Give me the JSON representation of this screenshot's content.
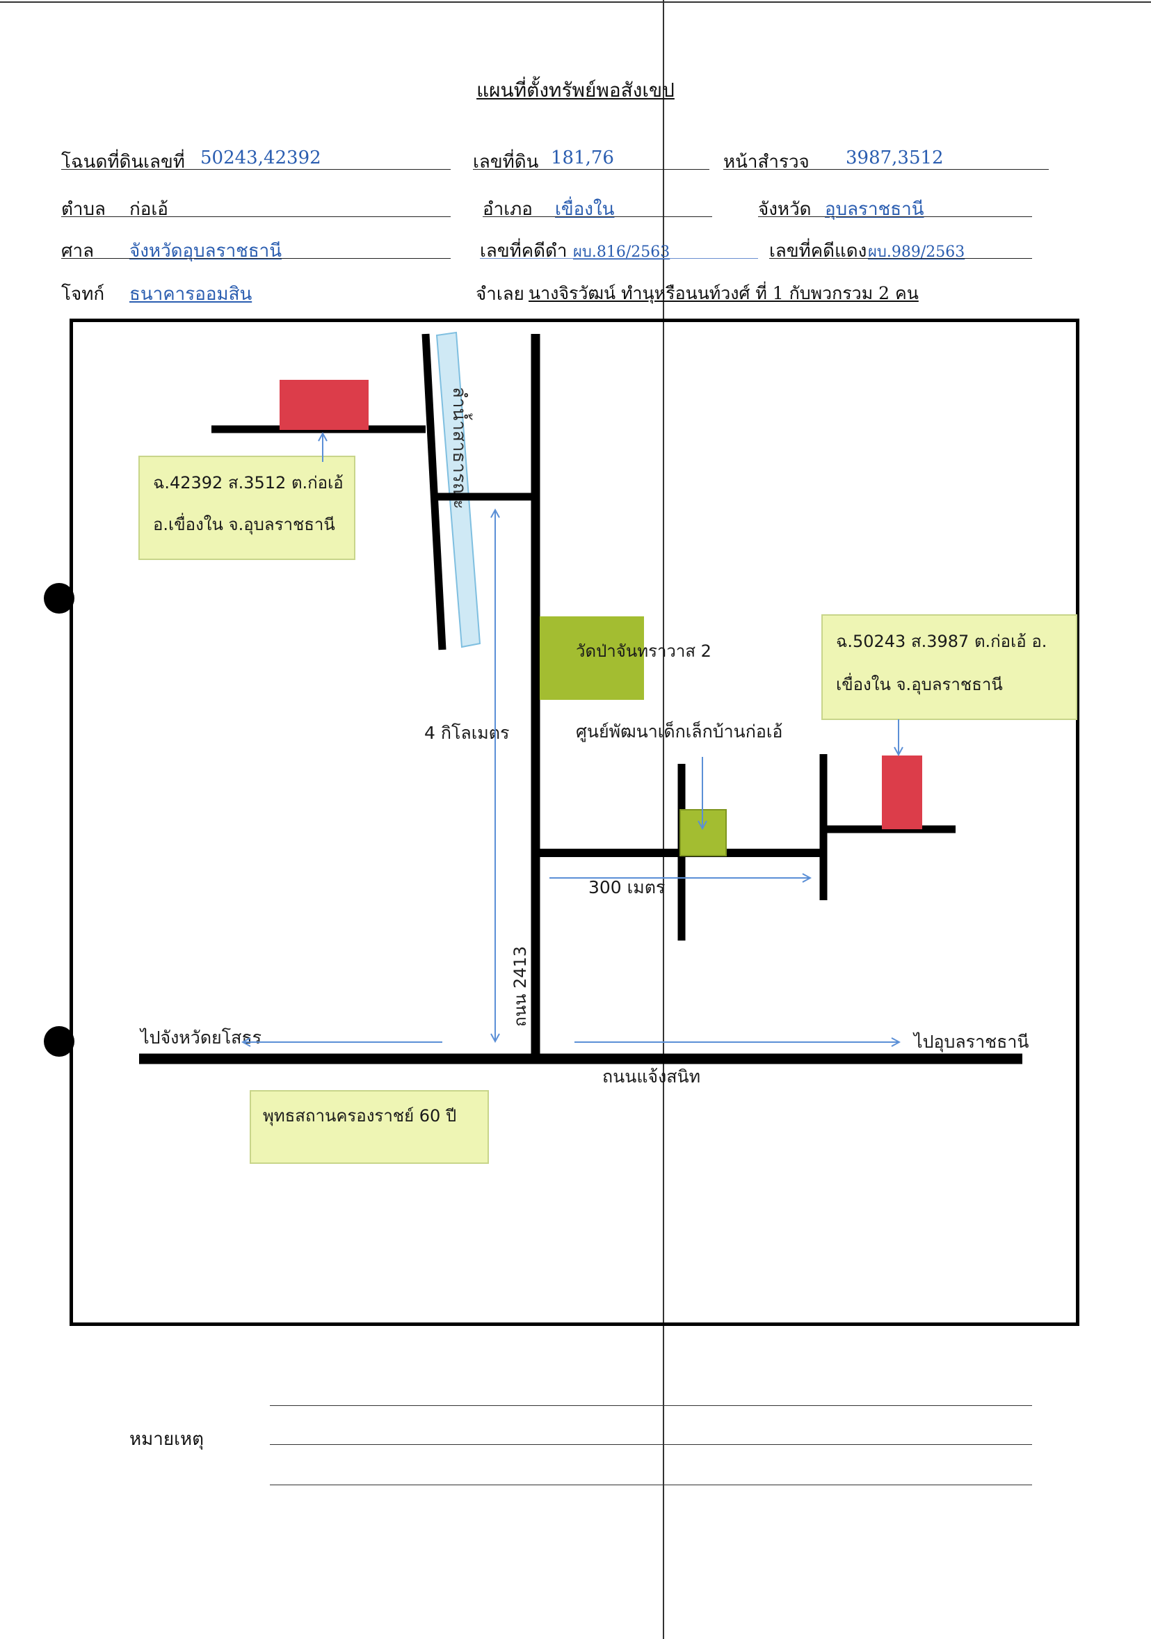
{
  "header": {
    "title": "แผนที่ตั้งทรัพย์พอสังเขป"
  },
  "fields": {
    "deed_label": "โฉนดที่ดินเลขที่",
    "deed_value": "50243,42392",
    "land_no_label": "เลขที่ดิน",
    "land_no_value": "181,76",
    "survey_label": "หน้าสำรวจ",
    "survey_value": "3987,3512",
    "subdistrict_label": "ตำบล",
    "subdistrict_value": "ก่อเอ้",
    "district_label": "อำเภอ",
    "district_value": "เขื่องใน",
    "province_label": "จังหวัด",
    "province_value": "อุบลราชธานี",
    "court_label": "ศาล",
    "court_value": "จังหวัดอุบลราชธานี",
    "black_case_label": "เลขที่คดีดำ",
    "black_case_value": "ผบ.816/2563",
    "red_case_label": "เลขที่คดีแดง",
    "red_case_value": "ผบ.989/2563",
    "plaintiff_label": "โจทก์",
    "plaintiff_value": "ธนาคารออมสิน",
    "defendant_label": "จำเลย",
    "defendant_value": "นางจิรวัฒน์ ทำนุหรือนนท์วงศ์ ที่ 1 กับพวกรวม 2 คน"
  },
  "map": {
    "parcel_left_line1": "ฉ.42392 ส.3512 ต.ก่อเอ้",
    "parcel_left_line2": "อ.เขื่องใน จ.อุบลราชธานี",
    "parcel_right_line1": "ฉ.50243 ส.3987 ต.ก่อเอ้ อ.",
    "parcel_right_line2": "เขื่องใน จ.อุบลราชธานี",
    "canal_label": "ลำน้ำสาธารณะ",
    "temple_label": "วัดป่าจันทราวาส 2",
    "child_center_label": "ศูนย์พัฒนาเด็กเล็กบ้านก่อเอ้",
    "distance_vertical": "4 กิโลเมตร",
    "distance_horizontal": "300 เมตร",
    "road_2413": "ถนน 2413",
    "to_yasothon": "ไปจังหวัดยโสธร",
    "to_ubon": "ไปอุบลราชธานี",
    "main_road": "ถนนแจ้งสนิท",
    "buddhist_park": "พุทธสถานครองราชย์ 60 ปี",
    "colors": {
      "parcel": "#dc3d4a",
      "landmark": "#a3bd31",
      "callout_fill": "#eef5b4",
      "arrow": "#5b8fd6",
      "canal": "#cfe9f5"
    }
  },
  "notes": {
    "label": "หมายเหตุ"
  }
}
